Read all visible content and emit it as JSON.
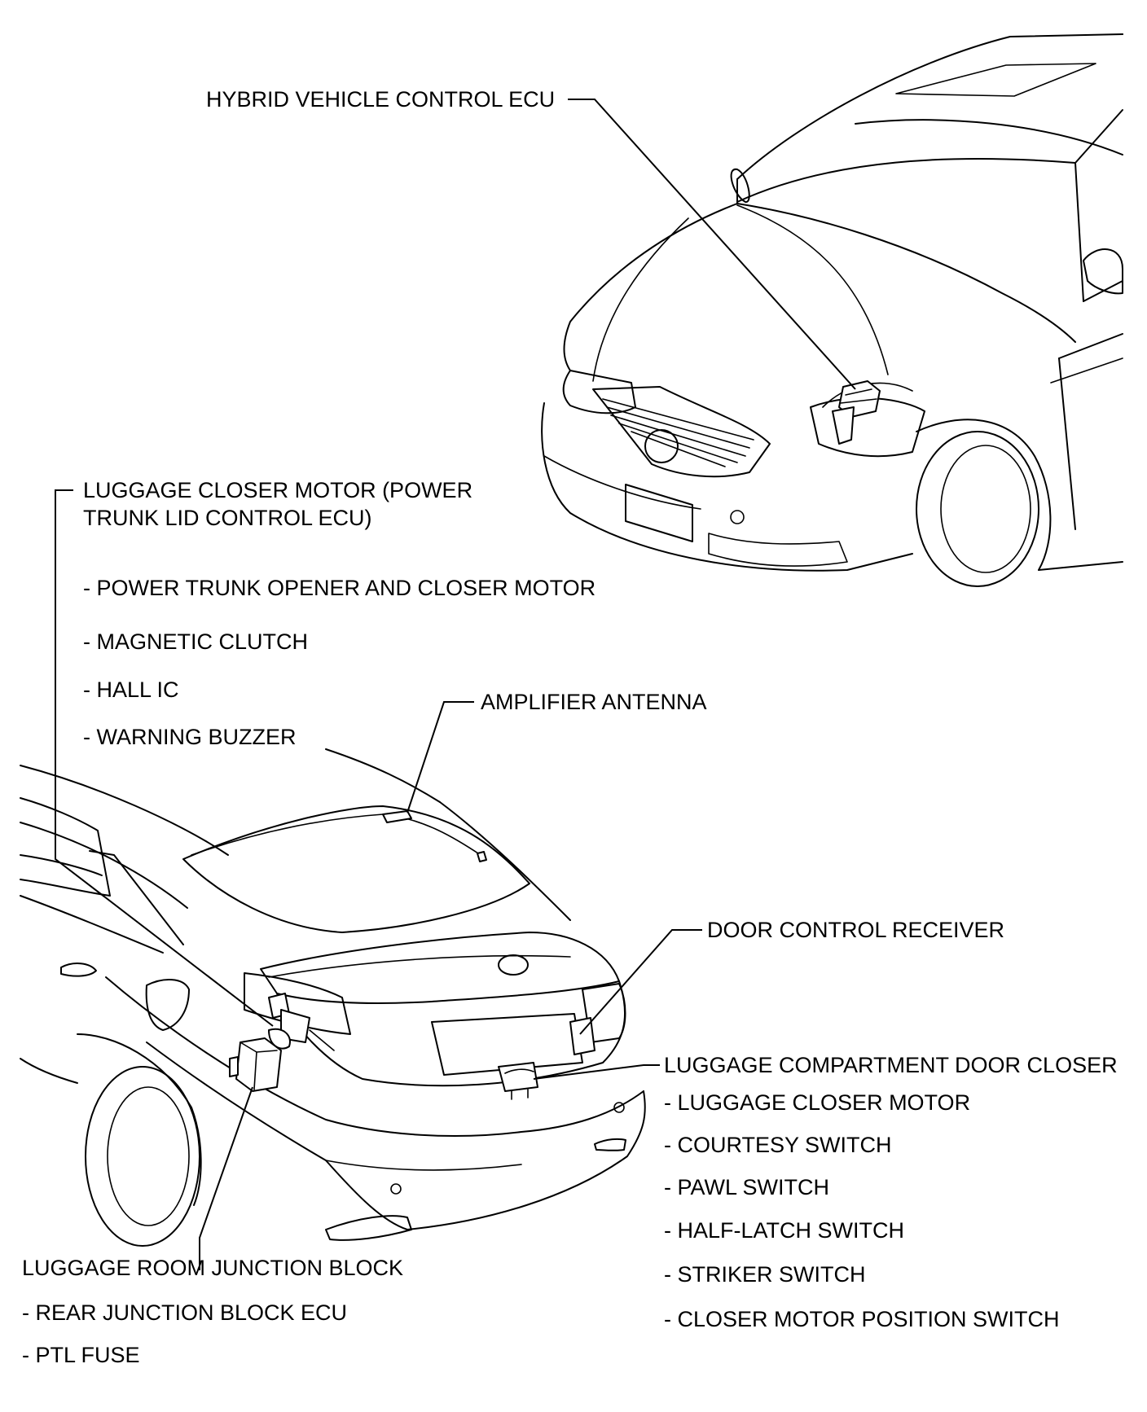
{
  "labels": {
    "hv_ecu": "HYBRID VEHICLE CONTROL ECU",
    "closer_motor_ecu_l1": "LUGGAGE CLOSER MOTOR (POWER",
    "closer_motor_ecu_l2": "TRUNK LID CONTROL ECU)",
    "sub_opener_motor": "- POWER TRUNK OPENER AND CLOSER MOTOR",
    "sub_magnetic_clutch": "- MAGNETIC CLUTCH",
    "sub_hall_ic": "- HALL IC",
    "sub_warning_buzzer": "- WARNING BUZZER",
    "amplifier_antenna": "AMPLIFIER ANTENNA",
    "door_control_receiver": "DOOR CONTROL RECEIVER",
    "door_closer": "LUGGAGE COMPARTMENT DOOR CLOSER",
    "sub_luggage_closer_motor": "- LUGGAGE CLOSER MOTOR",
    "sub_courtesy_switch": "- COURTESY SWITCH",
    "sub_pawl_switch": "- PAWL SWITCH",
    "sub_half_latch_switch": "- HALF-LATCH SWITCH",
    "sub_striker_switch": "- STRIKER SWITCH",
    "sub_closer_motor_position_switch": "- CLOSER MOTOR POSITION SWITCH",
    "junction_block": "LUGGAGE ROOM JUNCTION BLOCK",
    "sub_rear_jb_ecu": "- REAR JUNCTION BLOCK ECU",
    "sub_ptl_fuse": "- PTL FUSE"
  },
  "colors": {
    "ink": "#000000",
    "paper": "#ffffff"
  }
}
